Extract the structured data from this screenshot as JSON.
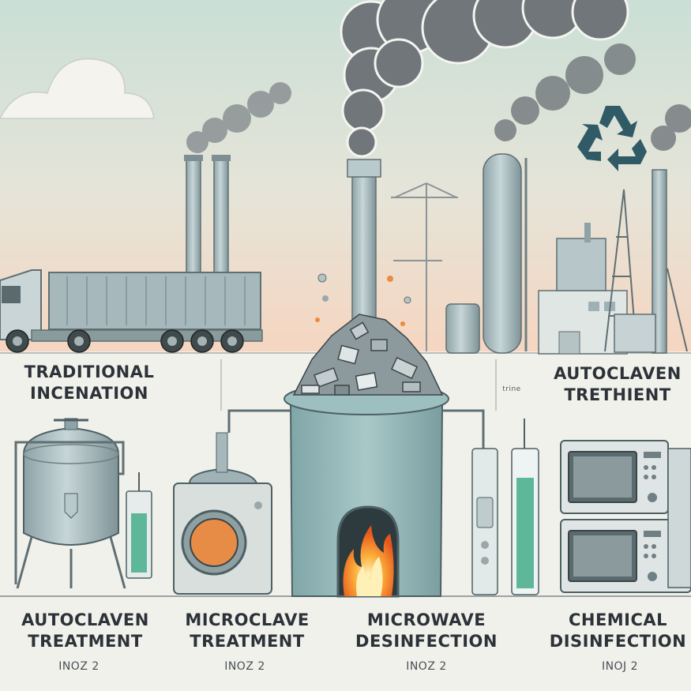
{
  "labels": {
    "top_left": [
      "TRADITIONAL",
      "INCENATION"
    ],
    "top_right": [
      "AUTOCLAVEN",
      "TRETHIENT"
    ],
    "tiny_center": "trine",
    "bottom": [
      {
        "lines": [
          "AUTOCLAVEN",
          "TREATMENT"
        ],
        "sub": "INOZ 2"
      },
      {
        "lines": [
          "MICROCLAVE",
          "TREATMENT"
        ],
        "sub": "INOZ 2"
      },
      {
        "lines": [
          "MICROWAVE",
          "DESINFECTION"
        ],
        "sub": "INOZ 2"
      },
      {
        "lines": [
          "CHEMICAL",
          "DISINFECTION"
        ],
        "sub": "INOJ 2"
      }
    ]
  },
  "colors": {
    "sky_top": "#cfe0d8",
    "sky_bottom": "#f5d8c4",
    "ground": "#f1f1ec",
    "metal": "#9fb3b6",
    "metal_dark": "#5f6f73",
    "smoke": "#6f7579",
    "flame": "#f07a2a",
    "liquid": "#5fb79a",
    "recycle": "#2f5a66"
  },
  "icons": {
    "recycle": "recycle-icon",
    "truck": "truck-icon",
    "incinerator": "incinerator-icon",
    "flame": "flame-icon"
  }
}
